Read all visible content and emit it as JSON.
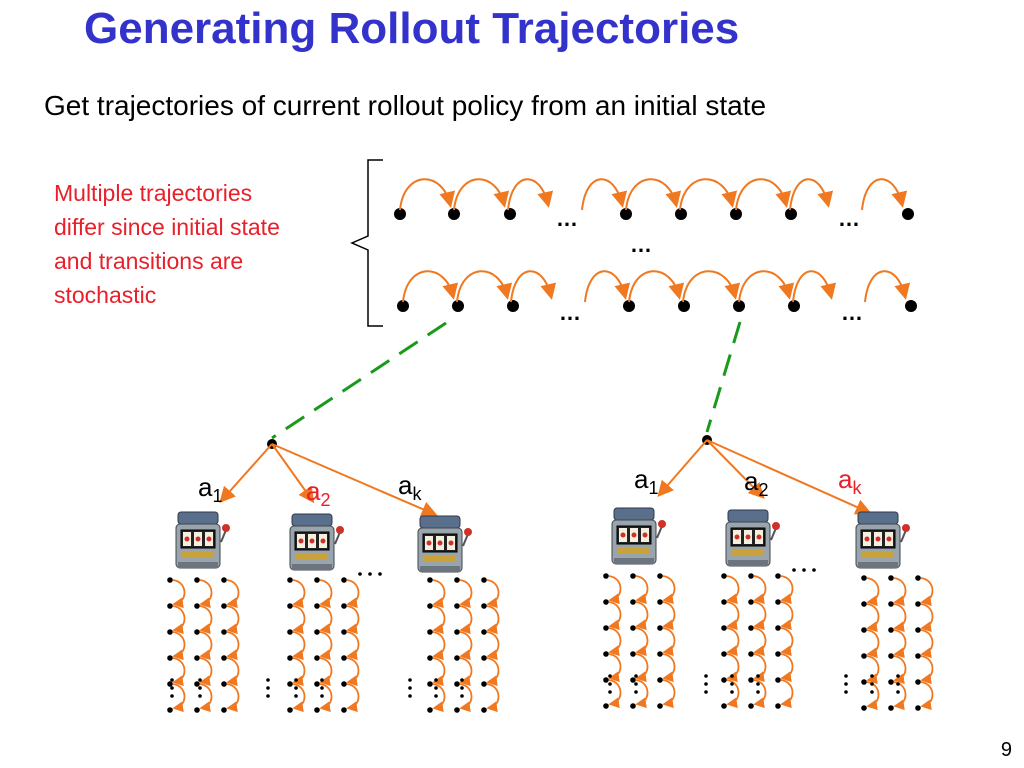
{
  "slide": {
    "title": "Generating Rollout Trajectories",
    "subtitle": "Get trajectories of current rollout policy from an initial state",
    "note_lines": [
      "Multiple trajectories",
      "differ since initial state",
      "and transitions are",
      "stochastic"
    ],
    "page_number": "9"
  },
  "trajectories": {
    "ellipsis": "…"
  },
  "trees": [
    {
      "actions": [
        {
          "base": "a",
          "sub": "1",
          "highlight": false
        },
        {
          "base": "a",
          "sub": "2",
          "highlight": true
        },
        {
          "base": "a",
          "sub": "k",
          "highlight": false
        }
      ]
    },
    {
      "actions": [
        {
          "base": "a",
          "sub": "1",
          "highlight": false
        },
        {
          "base": "a",
          "sub": "2",
          "highlight": false
        },
        {
          "base": "a",
          "sub": "k",
          "highlight": true
        }
      ]
    }
  ],
  "colors": {
    "title": "#3333cc",
    "note": "#e8202a",
    "arrow": "#f07820",
    "dash": "#1a9a1a",
    "highlight": "#e8202a",
    "node": "#000000"
  },
  "icons": [
    "slot-machine-icon"
  ]
}
